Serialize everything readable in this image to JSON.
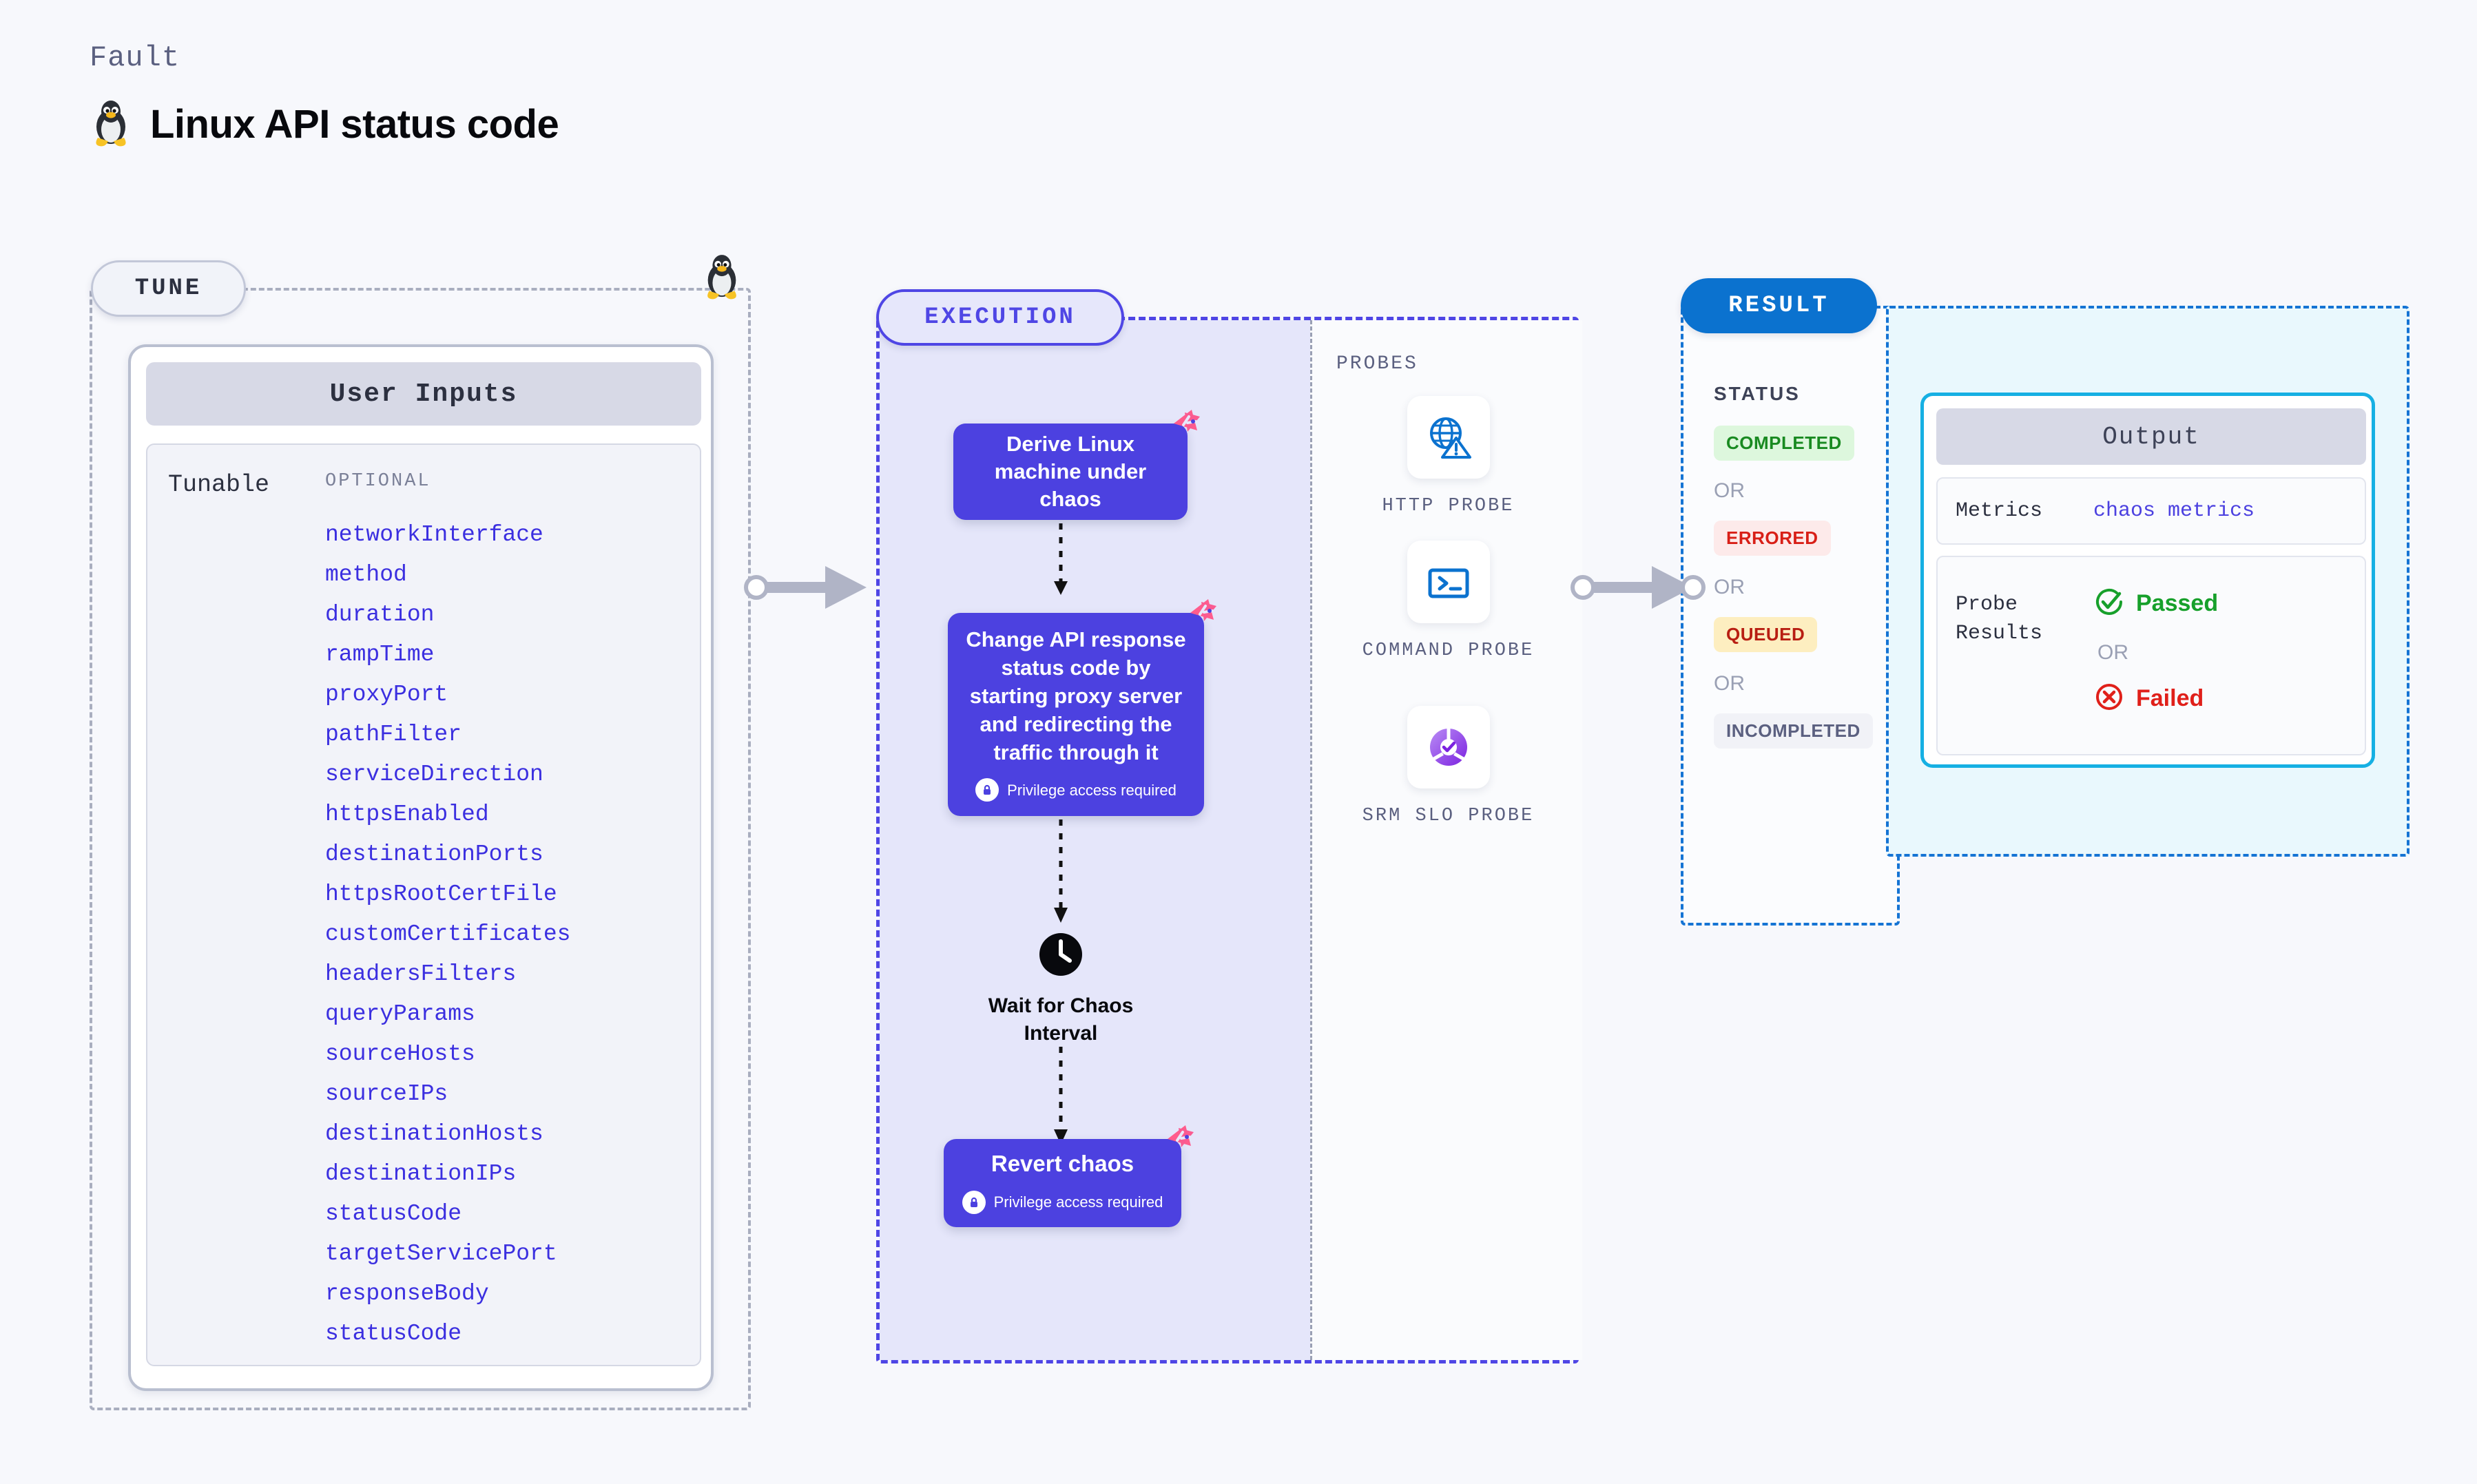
{
  "header": {
    "kicker": "Fault",
    "title": "Linux API status code",
    "icon": "linux-tux-icon"
  },
  "tune": {
    "pill_label": "TUNE",
    "card_title": "User Inputs",
    "tunable_label": "Tunable",
    "optional_caption": "OPTIONAL",
    "params": [
      "networkInterface",
      "method",
      "duration",
      "rampTime",
      "proxyPort",
      "pathFilter",
      "serviceDirection",
      "httpsEnabled",
      "destinationPorts",
      "httpsRootCertFile",
      "customCertificates",
      "headersFilters",
      "queryParams",
      "sourceHosts",
      "sourceIPs",
      "destinationHosts",
      "destinationIPs",
      "statusCode",
      "targetServicePort",
      "responseBody",
      "statusCode"
    ]
  },
  "execution": {
    "pill_label": "EXECUTION",
    "privilege_note": "Privilege access required",
    "nodes": [
      {
        "label": "Derive Linux machine under chaos",
        "privileged": false,
        "flagged": true
      },
      {
        "label": "Change API response status code by starting proxy server and redirecting the traffic through it",
        "privileged": true,
        "flagged": true
      },
      {
        "label": "Wait for Chaos Interval",
        "privileged": false,
        "flagged": false
      },
      {
        "label": "Revert chaos",
        "privileged": true,
        "flagged": true
      }
    ]
  },
  "probes": {
    "section_label": "PROBES",
    "items": [
      {
        "label": "HTTP PROBE",
        "icon": "globe-warning-icon"
      },
      {
        "label": "COMMAND PROBE",
        "icon": "terminal-icon"
      },
      {
        "label": "SRM SLO PROBE",
        "icon": "slo-donut-check-icon"
      }
    ]
  },
  "result": {
    "pill_label": "RESULT",
    "status_caption": "STATUS",
    "or_label": "OR",
    "statuses": [
      {
        "label": "COMPLETED",
        "color": "#198a21",
        "bg": "#ddf7dd"
      },
      {
        "label": "ERRORED",
        "color": "#d81f17",
        "bg": "#fdeaea"
      },
      {
        "label": "QUEUED",
        "color": "#b81e12",
        "bg": "#fdeec0"
      },
      {
        "label": "INCOMPLETED",
        "color": "#5b6080",
        "bg": "#f1f2f7"
      }
    ],
    "output": {
      "title": "Output",
      "metrics_key": "Metrics",
      "metrics_value": "chaos metrics",
      "probe_results_key": "Probe Results",
      "passed_label": "Passed",
      "failed_label": "Failed",
      "or_label": "OR",
      "passed_color": "#17a02b",
      "failed_color": "#e0201a"
    }
  },
  "colors": {
    "node_indigo": "#4c41e0",
    "execution_lavender": "#e5e6fa",
    "result_cyan": "#e9f8fd",
    "param_blue": "#3b2fe0",
    "flag_pink": "#ff5c8d"
  }
}
